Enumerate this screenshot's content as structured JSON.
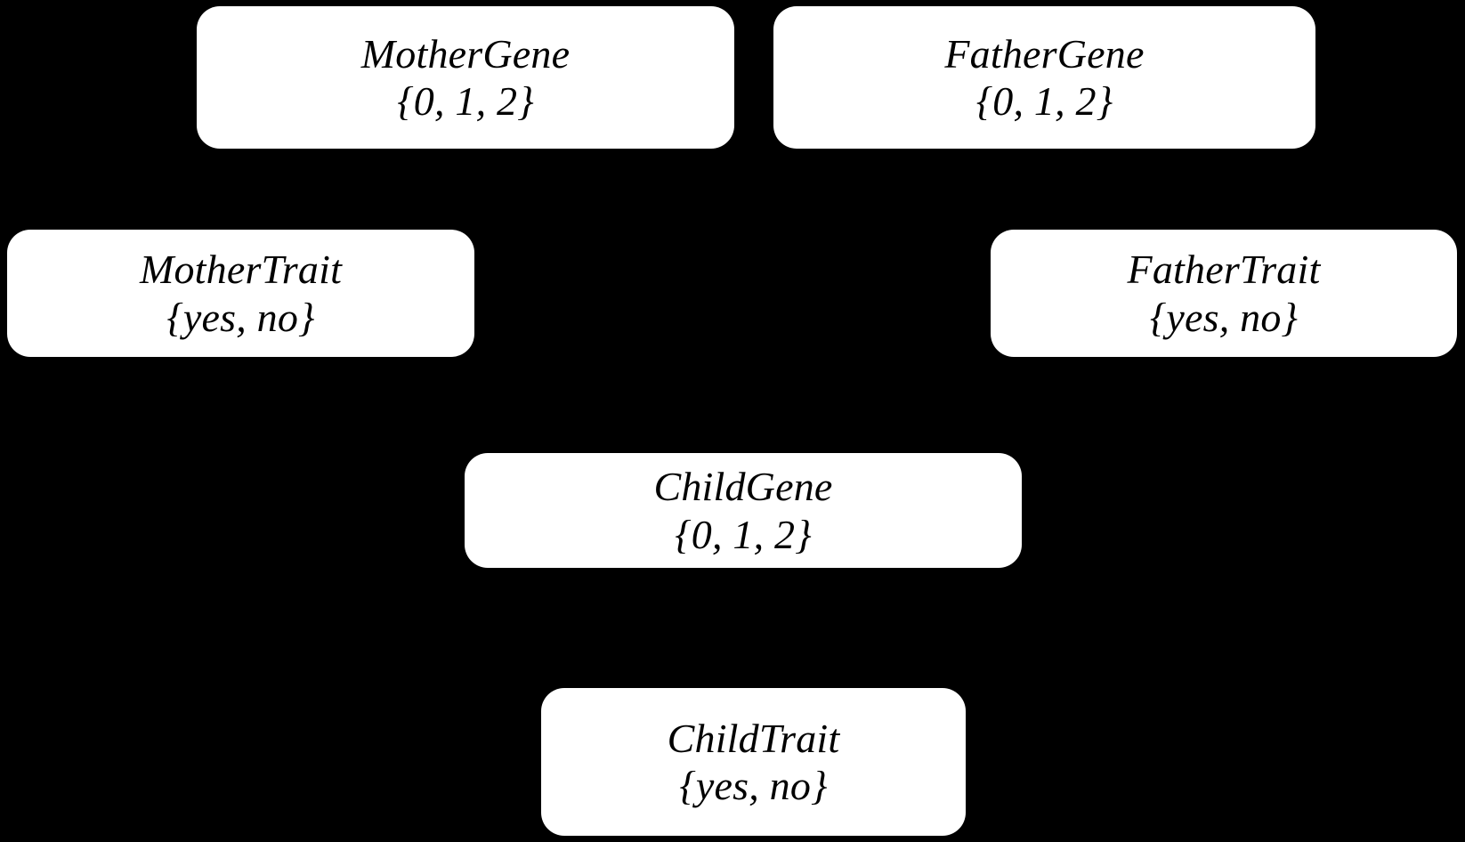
{
  "diagram": {
    "type": "bayesian-network",
    "title": "",
    "background_color": "#000000",
    "node_fill_color": "#ffffff",
    "node_text_color": "#000000",
    "nodes": [
      {
        "id": "mother-gene",
        "label": "MotherGene",
        "domain": "{0, 1, 2}",
        "values": [
          "0",
          "1",
          "2"
        ]
      },
      {
        "id": "father-gene",
        "label": "FatherGene",
        "domain": "{0, 1, 2}",
        "values": [
          "0",
          "1",
          "2"
        ]
      },
      {
        "id": "mother-trait",
        "label": "MotherTrait",
        "domain": "{yes, no}",
        "values": [
          "yes",
          "no"
        ]
      },
      {
        "id": "father-trait",
        "label": "FatherTrait",
        "domain": "{yes, no}",
        "values": [
          "yes",
          "no"
        ]
      },
      {
        "id": "child-gene",
        "label": "ChildGene",
        "domain": "{0, 1, 2}",
        "values": [
          "0",
          "1",
          "2"
        ]
      },
      {
        "id": "child-trait",
        "label": "ChildTrait",
        "domain": "{yes, no}",
        "values": [
          "yes",
          "no"
        ]
      }
    ]
  }
}
